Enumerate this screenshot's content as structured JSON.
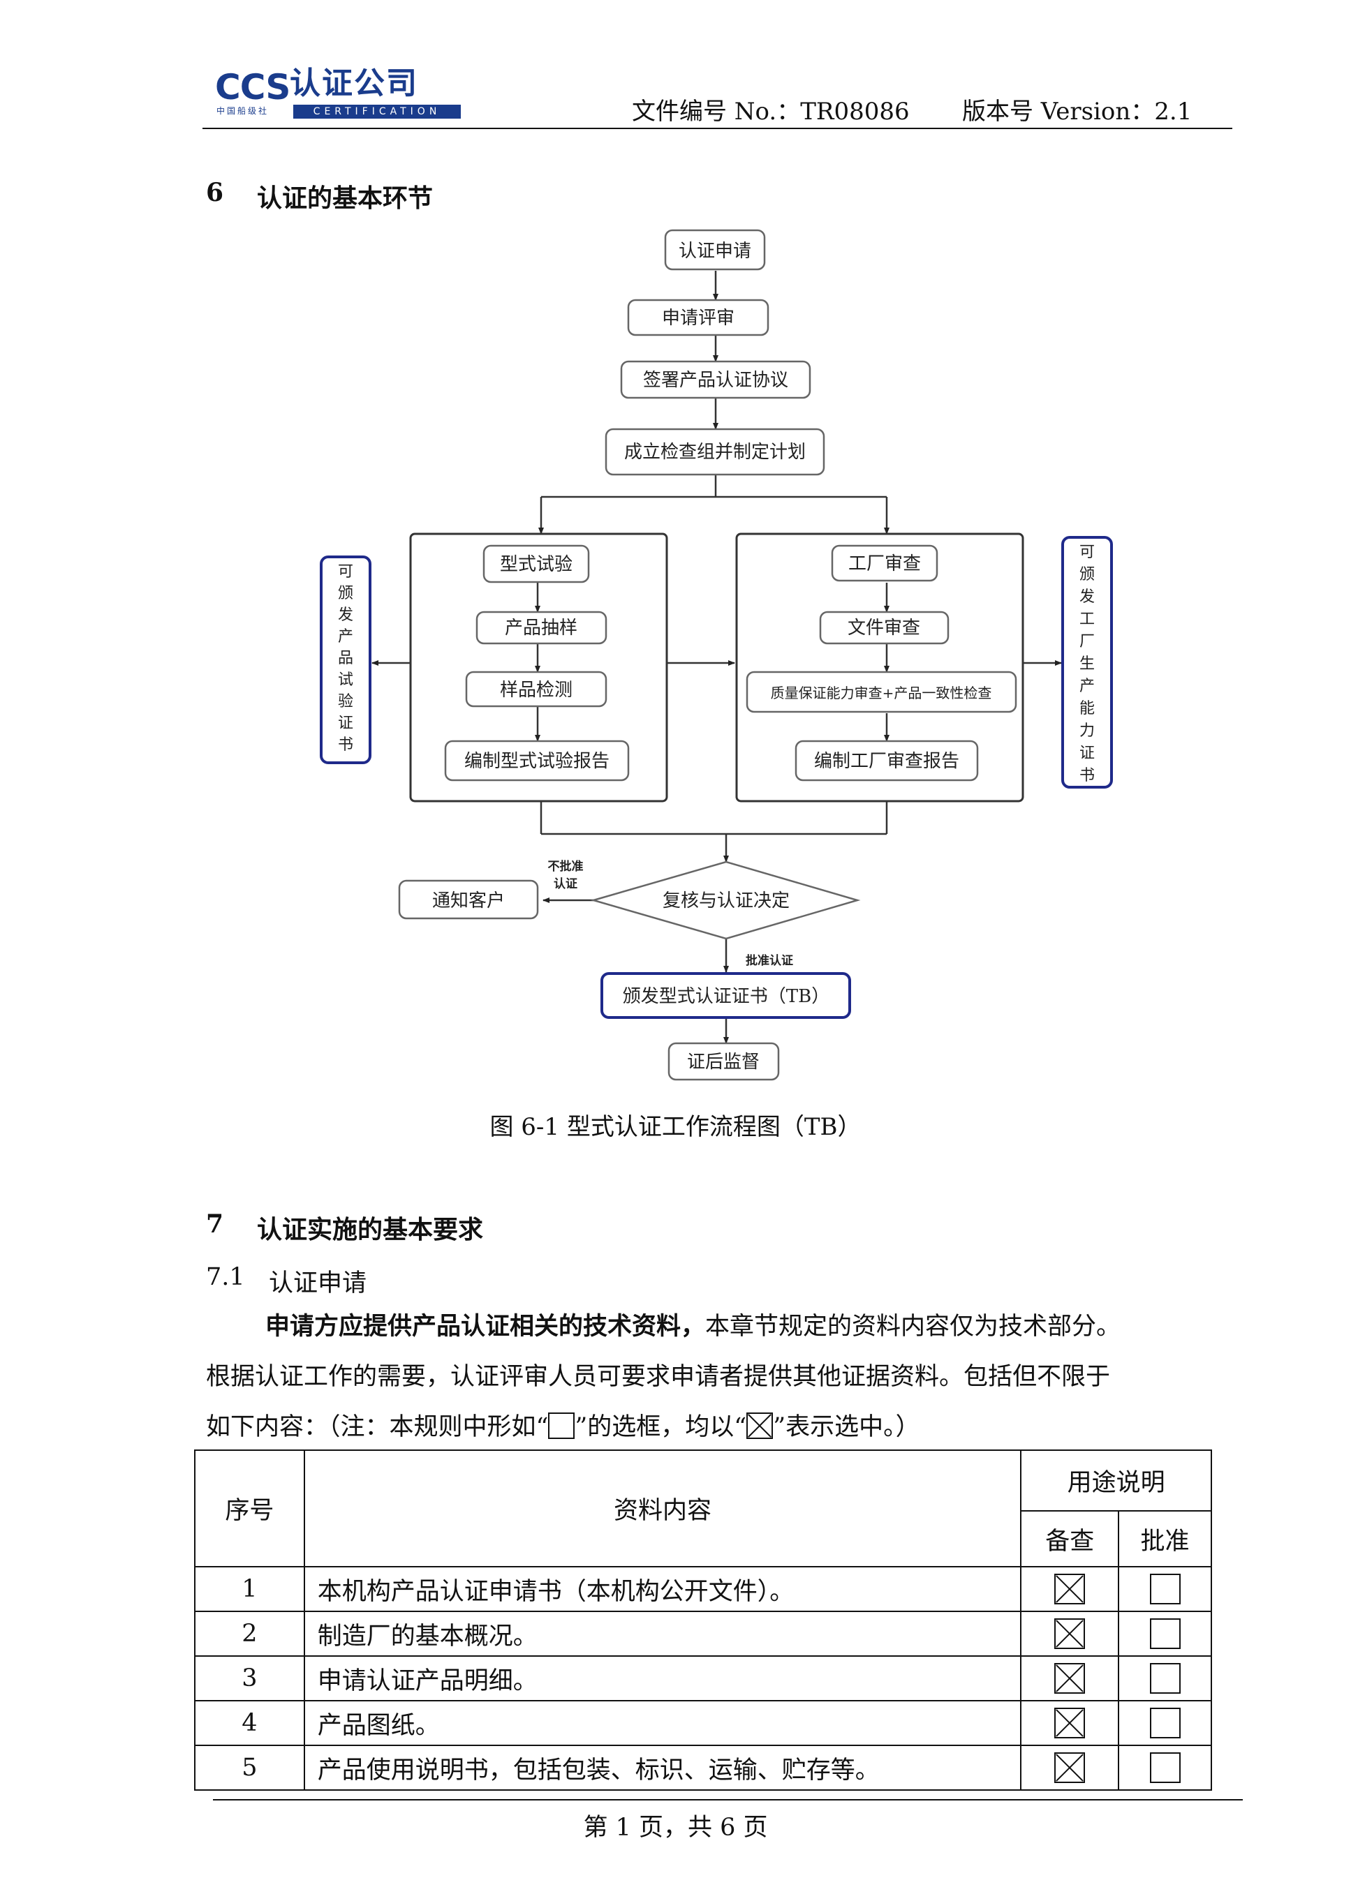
{
  "header": {
    "logo_text": "CCS",
    "logo_cn": "认证公司",
    "logo_small": "中国船级社",
    "logo_bar": "CERTIFICATION",
    "doc_number": "文件编号 No.：TR08086",
    "version": "版本号 Version：2.1"
  },
  "section6": {
    "number": "6",
    "title": "认证的基本环节"
  },
  "flowchart": {
    "apply": "认证申请",
    "review": "申请评审",
    "agreement": "签署产品认证协议",
    "plan": "成立检查组并制定计划",
    "type_test": "型式试验",
    "sampling": "产品抽样",
    "sample_test": "样品检测",
    "test_report": "编制型式试验报告",
    "factory_audit": "工厂审查",
    "doc_review": "文件审查",
    "quality_check": "质量保证能力审查+产品一致性检查",
    "audit_report": "编制工厂审查报告",
    "left_cert": [
      "可",
      "颁",
      "发",
      "产",
      "品",
      "试",
      "验",
      "证",
      "书"
    ],
    "right_cert": [
      "可",
      "颁",
      "发",
      "工",
      "厂",
      "生",
      "产",
      "能",
      "力",
      "证",
      "书"
    ],
    "decision": "复核与认证决定",
    "reject_line1": "不批准",
    "reject_line2": "认证",
    "notify": "通知客户",
    "approve_label": "批准认证",
    "issue": "颁发型式认证证书（TB）",
    "surveillance": "证后监督",
    "caption": "图 6-1  型式认证工作流程图（TB）"
  },
  "section7": {
    "number": "7",
    "title": "认证实施的基本要求",
    "sub_number": "7.1",
    "sub_title": "认证申请",
    "para_bold": "申请方应提供产品认证相关的技术资料，",
    "para_rest": "本章节规定的资料内容仅为技术部分。",
    "para_line2": "根据认证工作的需要，认证评审人员可要求申请者提供其他证据资料。包括但不限于",
    "para_line3_a": "如下内容：（注：本规则中形如“",
    "para_line3_b": "”的选框，均以“",
    "para_line3_c": "”表示选中。）"
  },
  "table": {
    "col_no": "序号",
    "col_content": "资料内容",
    "col_usage": "用途说明",
    "col_ref": "备查",
    "col_approve": "批准",
    "rows": [
      {
        "no": "1",
        "content": "本机构产品认证申请书（本机构公开文件）。",
        "ref": true,
        "approve": false
      },
      {
        "no": "2",
        "content": "制造厂的基本概况。",
        "ref": true,
        "approve": false
      },
      {
        "no": "3",
        "content": "申请认证产品明细。",
        "ref": true,
        "approve": false
      },
      {
        "no": "4",
        "content": "产品图纸。",
        "ref": true,
        "approve": false
      },
      {
        "no": "5",
        "content": "产品使用说明书，包括包装、标识、运输、贮存等。",
        "ref": true,
        "approve": false
      }
    ]
  },
  "footer": {
    "page": "第 1 页，共 6 页"
  }
}
